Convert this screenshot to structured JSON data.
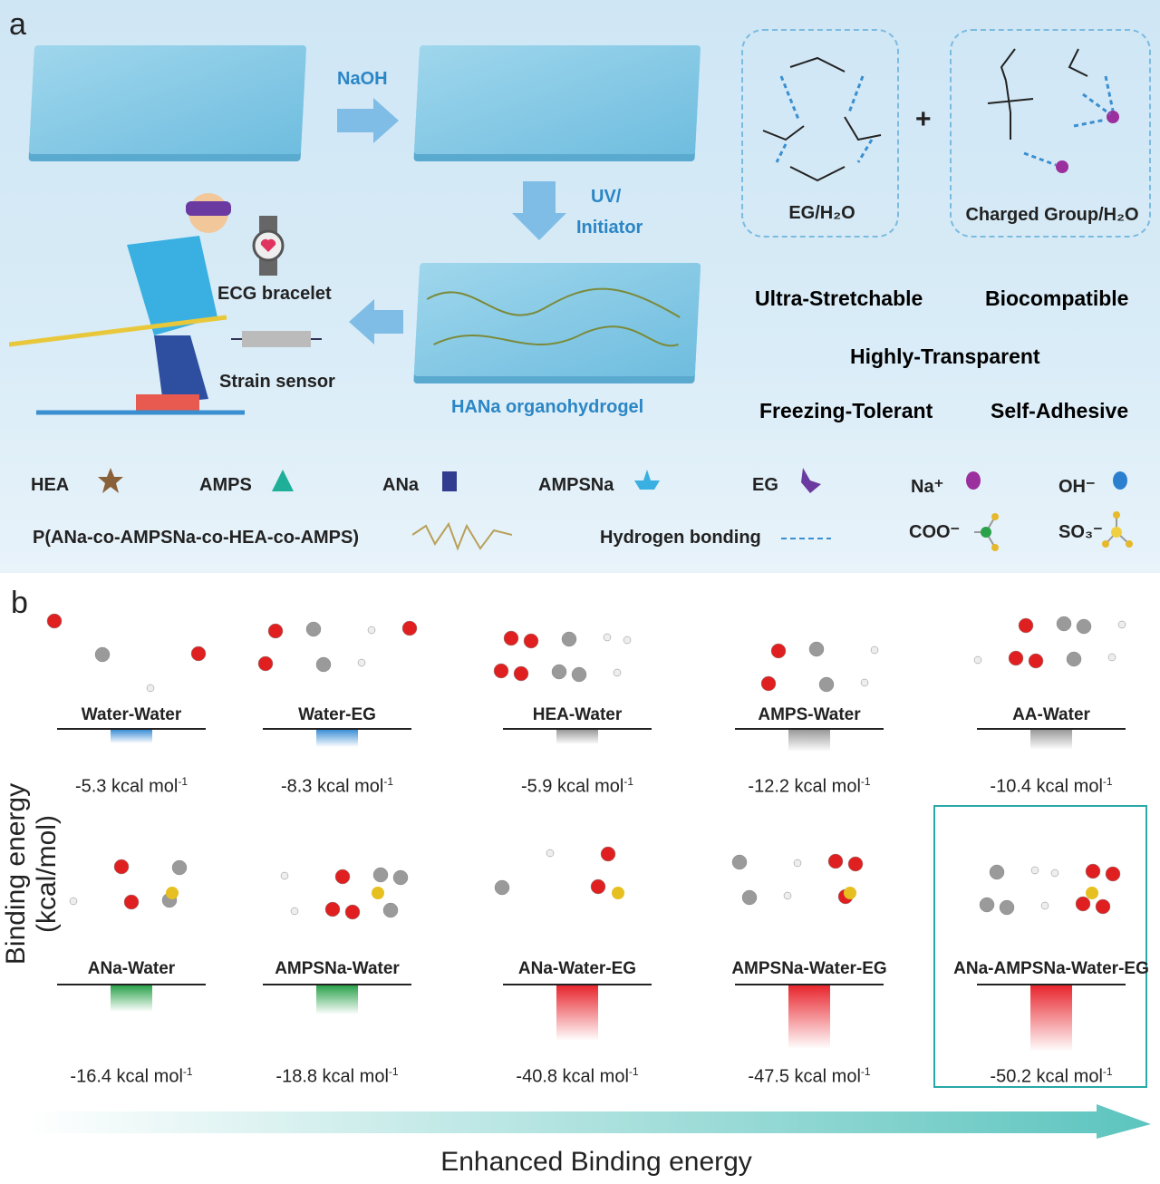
{
  "panel_a": {
    "label": "a",
    "naoh": "NaOH",
    "uv_initiator_1": "UV/",
    "uv_initiator_2": "Initiator",
    "hydrogel": "HANa organohydrogel",
    "ecg": "ECG bracelet",
    "strain": "Strain sensor",
    "eg_h2o": "EG/H₂O",
    "charged_group": "Charged Group/H₂O",
    "plus": "+",
    "properties": [
      {
        "text": "Ultra-Stretchable",
        "color": "#7b3fa0"
      },
      {
        "text": "Biocompatible",
        "color": "#e0335f"
      },
      {
        "text": "Highly-Transparent",
        "color": "#555555"
      },
      {
        "text": "Freezing-Tolerant",
        "color": "#9a6a3a"
      },
      {
        "text": "Self-Adhesive",
        "color": "#7cc242"
      }
    ],
    "legend": [
      {
        "label": "HEA",
        "icon": "star-icon",
        "color": "#8a6038"
      },
      {
        "label": "AMPS",
        "icon": "triangle-icon",
        "color": "#1fae98"
      },
      {
        "label": "ANa",
        "icon": "square-icon",
        "color": "#313b8f"
      },
      {
        "label": "AMPSNa",
        "icon": "boat-icon",
        "color": "#3ab0e2"
      },
      {
        "label": "EG",
        "icon": "chevron-icon",
        "color": "#6a3aa0"
      },
      {
        "label": "Na⁺",
        "icon": "dot-icon",
        "color": "#9b2f9e"
      },
      {
        "label": "OH⁻",
        "icon": "dot-icon",
        "color": "#2b7fcf"
      }
    ],
    "legend2": {
      "polymer": "P(ANa-co-AMPSNa-co-HEA-co-AMPS)",
      "hbond": "Hydrogen bonding",
      "coo": "COO⁻",
      "so3": "SO₃⁻"
    }
  },
  "panel_b": {
    "label": "b",
    "ylabel": "Binding energy (kcal/mol)",
    "xlabel": "Enhanced Binding energy",
    "unit": " kcal mol",
    "unit_sup": "-1",
    "items": [
      {
        "name": "Water-Water",
        "energy": "-5.3",
        "value": -5.3,
        "color": "#3d8fd6"
      },
      {
        "name": "Water-EG",
        "energy": "-8.3",
        "value": -8.3,
        "color": "#3d8fd6"
      },
      {
        "name": "HEA-Water",
        "energy": "-5.9",
        "value": -5.9,
        "color": "#9a9a9a"
      },
      {
        "name": "AMPS-Water",
        "energy": "-12.2",
        "value": -12.2,
        "color": "#9a9a9a"
      },
      {
        "name": "AA-Water",
        "energy": "-10.4",
        "value": -10.4,
        "color": "#9a9a9a"
      },
      {
        "name": "ANa-Water",
        "energy": "-16.4",
        "value": -16.4,
        "color": "#2aa24a"
      },
      {
        "name": "AMPSNa-Water",
        "energy": "-18.8",
        "value": -18.8,
        "color": "#2aa24a"
      },
      {
        "name": "ANa-Water-EG",
        "energy": "-40.8",
        "value": -40.8,
        "color": "#e8262e"
      },
      {
        "name": "AMPSNa-Water-EG",
        "energy": "-47.5",
        "value": -47.5,
        "color": "#e8262e"
      },
      {
        "name": "ANa-AMPSNa-Water-EG",
        "energy": "-50.2",
        "value": -50.2,
        "color": "#e8262e",
        "highlighted": true
      }
    ]
  }
}
